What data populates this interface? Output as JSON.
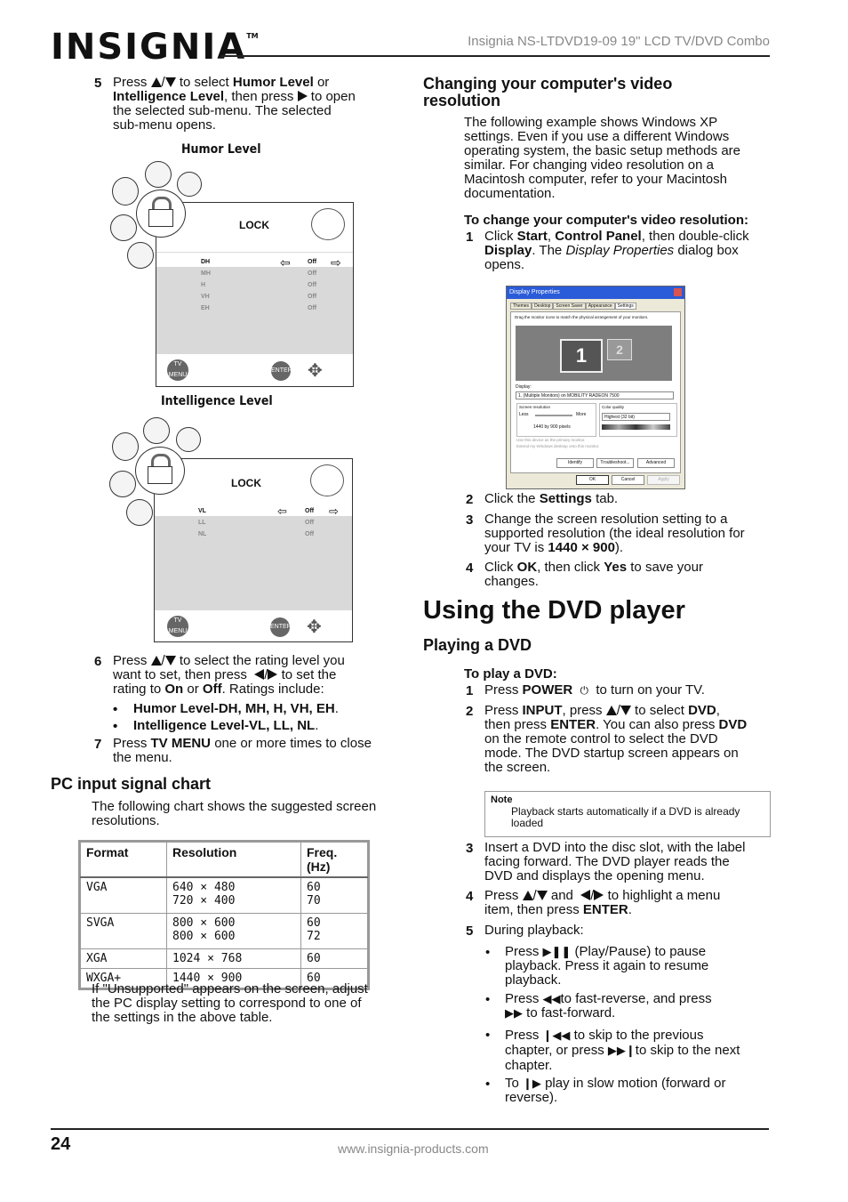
{
  "header": {
    "logo": "INSIGNIA",
    "logo_tm": "TM",
    "title": "Insignia NS-LTDVD19-09 19\" LCD TV/DVD Combo"
  },
  "left": {
    "step5": {
      "num": "5",
      "press": "Press",
      "slash": "/",
      "t1": "to select",
      "humor": "Humor Level",
      "or": "or",
      "intel": "Intelligence Level",
      "t2": ", then press",
      "t3": "to open",
      "t4": "the selected sub-menu. The selected",
      "t5": "sub-menu opens."
    },
    "fig1": {
      "caption": "Humor Level",
      "title": "LOCK",
      "rows": [
        {
          "label": "DH",
          "value": "Off"
        },
        {
          "label": "MH",
          "value": "Off"
        },
        {
          "label": "H",
          "value": "Off"
        },
        {
          "label": "VH",
          "value": "Off"
        },
        {
          "label": "EH",
          "value": "Off"
        }
      ],
      "btn_menu": "TV MENU",
      "btn_enter": "ENTER"
    },
    "fig2": {
      "caption": "Intelligence Level",
      "title": "LOCK",
      "rows": [
        {
          "label": "VL",
          "value": "Off"
        },
        {
          "label": "LL",
          "value": "Off"
        },
        {
          "label": "NL",
          "value": "Off"
        }
      ],
      "btn_menu": "TV MENU",
      "btn_enter": "ENTER"
    },
    "step6": {
      "num": "6",
      "press": "Press",
      "slash": "/",
      "t1": "to select the rating level you",
      "t2": "want to set, then press",
      "t3": "to set the",
      "t4": "rating to",
      "on": "On",
      "or": "or",
      "off": "Off",
      "t5": ". Ratings include:"
    },
    "bullets": [
      {
        "a": "Humor Level",
        "b": "-DH, MH, H, VH, EH",
        "c": "."
      },
      {
        "a": "Intelligence Level",
        "b": "-VL, LL, NL",
        "c": "."
      }
    ],
    "step7": {
      "num": "7",
      "press": "Press",
      "menu": "TV MENU",
      "t1": "one or more times to close",
      "t2": "the menu."
    },
    "pc_heading": "PC input signal chart",
    "pc_intro1": "The following chart shows the suggested screen",
    "pc_intro2": "resolutions.",
    "table": {
      "headers": [
        "Format",
        "Resolution",
        "Freq. (Hz)"
      ],
      "rows": [
        {
          "format": "VGA",
          "res1": "640 × 480",
          "res2": "720 × 400",
          "f1": "60",
          "f2": "70"
        },
        {
          "format": "SVGA",
          "res1": "800 × 600",
          "res2": "800 × 600",
          "f1": "60",
          "f2": "72"
        },
        {
          "format": "XGA",
          "res1": "1024 × 768",
          "res2": "",
          "f1": "60",
          "f2": ""
        },
        {
          "format": "WXGA+",
          "res1": "1440 × 900",
          "res2": "",
          "f1": "60",
          "f2": ""
        }
      ]
    },
    "after1": "If \"Unsupported\" appears on the screen, adjust",
    "after2": "the PC display setting to correspond to one of",
    "after3": "the settings in the above table."
  },
  "right": {
    "heading1": "Changing your computer's video",
    "heading2": "resolution",
    "intro": [
      "The following example shows Windows XP",
      "settings. Even if you use a different Windows",
      "operating system, the basic setup methods are",
      "similar. For changing video resolution on a",
      "Macintosh computer, refer to your Macintosh",
      "documentation."
    ],
    "proc_title": "To change your computer's video resolution:",
    "s1": {
      "num": "1",
      "t1": "Click",
      "start": "Start",
      "comma": ",",
      "cp": "Control Panel",
      "t2": ", then double-click",
      "display": "Display",
      "t3": ". The",
      "dp": "Display Properties",
      "t4": "dialog box",
      "t5": "opens."
    },
    "screenshot": {
      "title": "Display Properties",
      "tabs": [
        "Themes",
        "Desktop",
        "Screen Saver",
        "Appearance",
        "Settings"
      ],
      "hint": "Drag the monitor icons to match the physical arrangement of your monitors.",
      "mon1": "1",
      "mon2": "2",
      "display_label": "Display:",
      "display_value": "1. (Multiple Monitors) on MOBILITY RADEON 7500",
      "res_label": "Screen resolution",
      "less": "Less",
      "more": "More",
      "pixels": "1440 by 900 pixels",
      "color_label": "Color quality",
      "color_value": "Highest (32 bit)",
      "chk1": "Use this device as the primary monitor.",
      "chk2": "Extend my Windows desktop onto this monitor.",
      "b_identify": "Identify",
      "b_trouble": "Troubleshoot...",
      "b_adv": "Advanced",
      "b_ok": "OK",
      "b_cancel": "Cancel",
      "b_apply": "Apply"
    },
    "s2": {
      "num": "2",
      "t1": "Click the",
      "settings": "Settings",
      "t2": "tab."
    },
    "s3": {
      "num": "3",
      "t1": "Change the screen resolution setting to a",
      "t2": "supported resolution (the ideal resolution for",
      "t3": "your TV is",
      "res": "1440 × 900",
      "t4": ")."
    },
    "s4": {
      "num": "4",
      "t1": "Click",
      "ok": "OK",
      "t2": ", then click",
      "yes": "Yes",
      "t3": "to save your",
      "t4": "changes."
    },
    "h1": "Using the DVD player",
    "h2": "Playing a DVD",
    "proc2": "To play a DVD:",
    "d1": {
      "num": "1",
      "press": "Press",
      "power": "POWER",
      "t1": "to turn on your TV."
    },
    "d2": {
      "num": "2",
      "press": "Press",
      "input": "INPUT",
      "t1": ", press",
      "slash": "/",
      "t2": "to select",
      "dvd": "DVD",
      "c": ",",
      "t3": "then press",
      "enter": "ENTER",
      "t4": ". You can also press",
      "dvd2": "DVD",
      "t5": "on the remote control to select the DVD",
      "t6": "mode. The DVD startup screen appears on",
      "t7": "the screen."
    },
    "note": {
      "label": "Note",
      "t1": "Playback starts automatically if a DVD is already",
      "t2": "loaded"
    },
    "d3": {
      "num": "3",
      "t1": "Insert a DVD into the disc slot, with the label",
      "t2": "facing forward. The DVD player reads the",
      "t3": "DVD and displays the opening menu."
    },
    "d4": {
      "num": "4",
      "press": "Press",
      "slash": "/",
      "and": "and",
      "slash2": "/",
      "t1": "to highlight a menu",
      "t2": "item, then press",
      "enter": "ENTER",
      "t3": "."
    },
    "d5": {
      "num": "5",
      "t1": "During playback:"
    },
    "pb": [
      {
        "a": "Press",
        "b": "(Play/Pause) to pause",
        "c": "playback. Press it again to resume",
        "d": "playback."
      },
      {
        "a": "Press",
        "b": "to fast-reverse, and press",
        "c": "to fast-forward."
      },
      {
        "a": "Press",
        "b": "to skip to the previous",
        "c": "chapter, or press",
        "d": "to skip to the next",
        "e": "chapter."
      },
      {
        "a": "To",
        "b": "play in slow motion (forward or",
        "c": "reverse)."
      }
    ]
  },
  "footer": {
    "page": "24",
    "url": "www.insignia-products.com"
  }
}
